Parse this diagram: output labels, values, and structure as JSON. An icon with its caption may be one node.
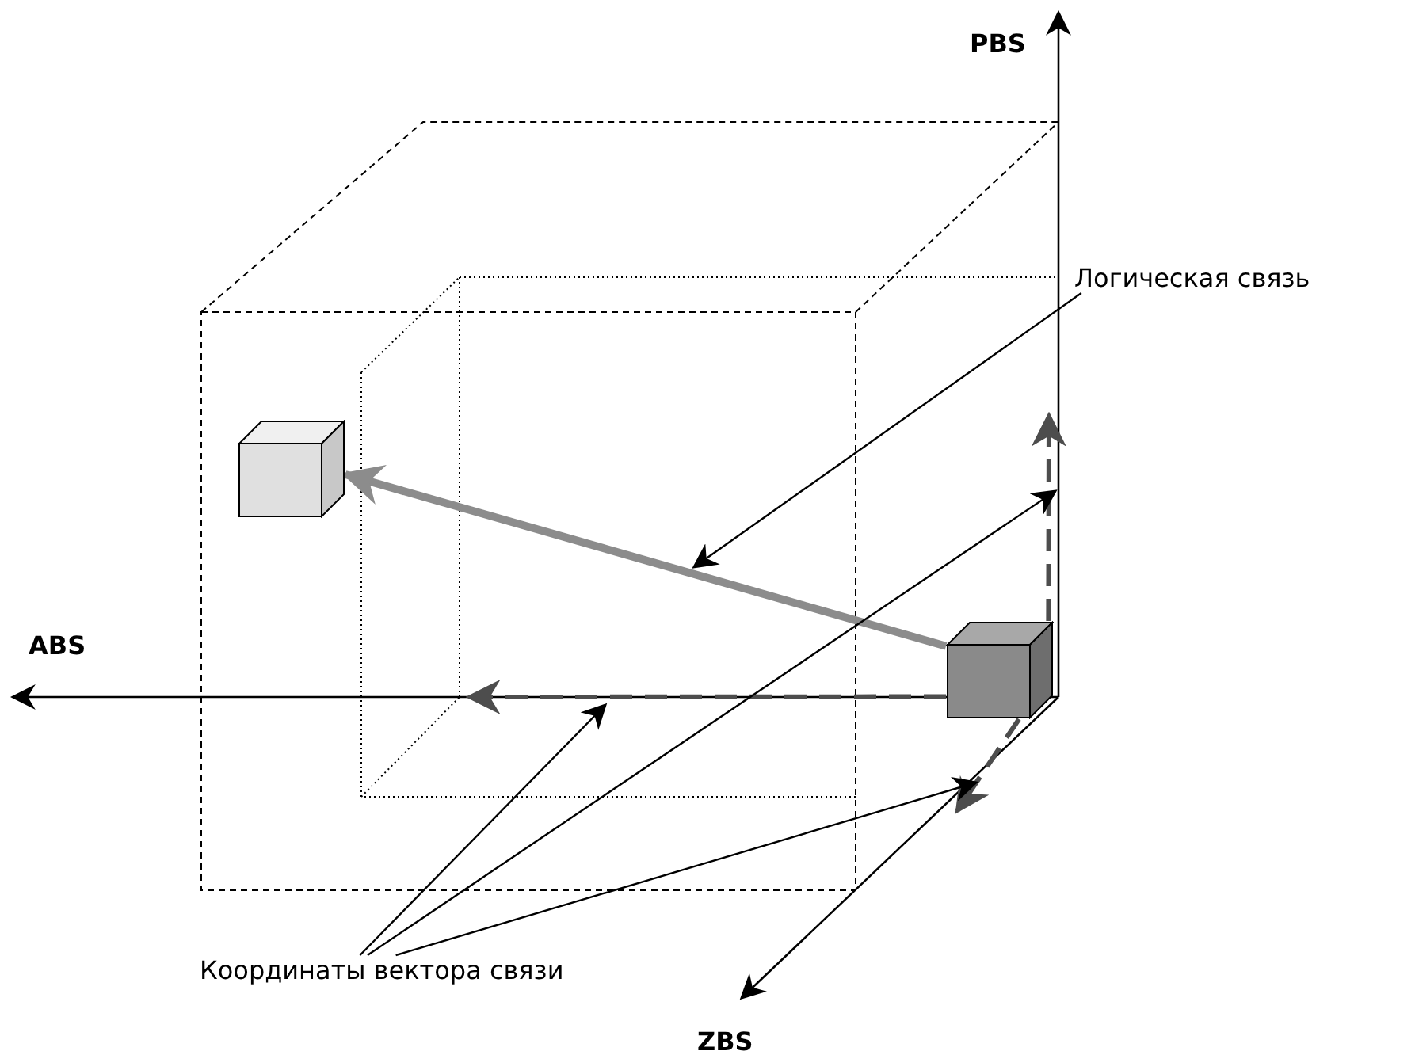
{
  "diagram": {
    "nodes": [
      {
        "text": [],
        "shape": "cube"
      },
      {
        "text": [],
        "shape": "cube"
      },
      {
        "text": [
          "Логическая связь"
        ]
      },
      {
        "text": [
          "Координаты вектора связи"
        ]
      }
    ],
    "edges": [
      {
        "from": 1,
        "to": 0,
        "arrow": "to",
        "style": "thick",
        "color": "#8c8c8c"
      },
      {
        "from": 1,
        "to": null,
        "arrow": "to",
        "style": "dashed",
        "color": "#4d4d4d"
      },
      {
        "from": 1,
        "to": null,
        "arrow": "to",
        "style": "dashed",
        "color": "#4d4d4d"
      },
      {
        "from": 1,
        "to": null,
        "arrow": "to",
        "style": "dashed",
        "color": "#4d4d4d"
      },
      {
        "from": 2,
        "to": null,
        "arrow": "to"
      },
      {
        "from": 3,
        "to": null,
        "arrow": "to"
      },
      {
        "from": 3,
        "to": null,
        "arrow": "to"
      },
      {
        "from": 3,
        "to": null,
        "arrow": "to"
      }
    ],
    "labels": [
      "PBS",
      "ABS",
      "ZBS"
    ]
  }
}
